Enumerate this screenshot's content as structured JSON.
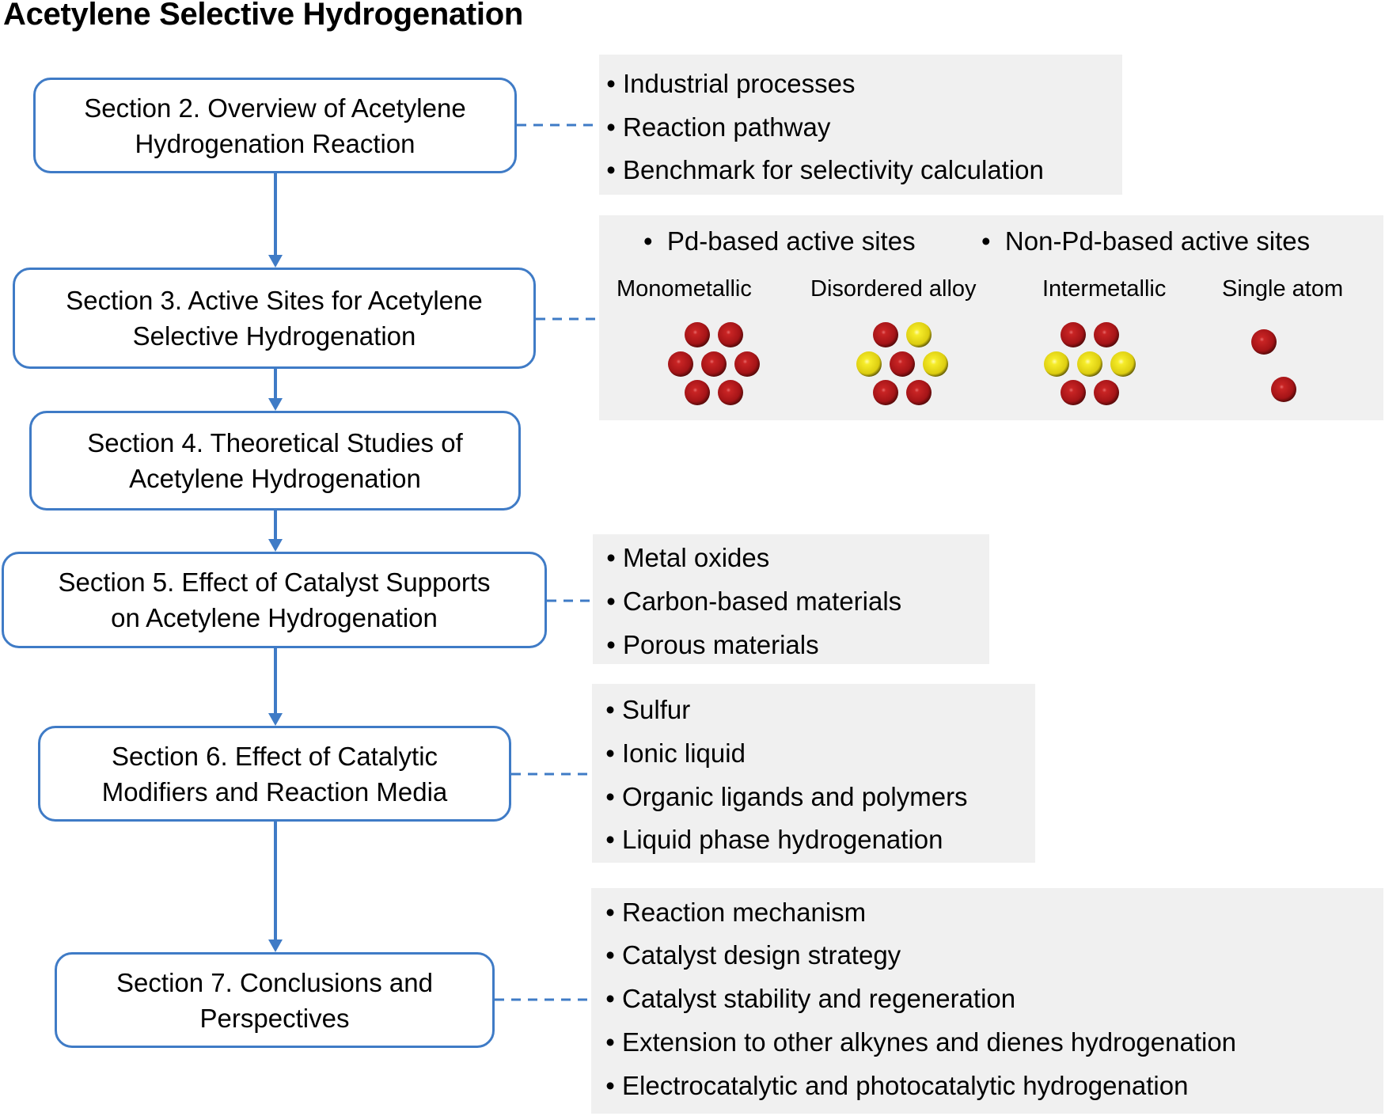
{
  "title": "Acetylene Selective Hydrogenation",
  "colors": {
    "box_border": "#3f7bc6",
    "connector": "#3f7bc6",
    "panel_bg": "#f0f0f0",
    "atom_pd": "#b3161a",
    "atom_other": "#f2e51e"
  },
  "sections": [
    {
      "id": "s2",
      "lines": [
        "Section 2. Overview of Acetylene",
        "Hydrogenation Reaction"
      ]
    },
    {
      "id": "s3",
      "lines": [
        "Section 3. Active Sites for Acetylene",
        "Selective Hydrogenation"
      ]
    },
    {
      "id": "s4",
      "lines": [
        "Section 4. Theoretical Studies of",
        "Acetylene Hydrogenation"
      ]
    },
    {
      "id": "s5",
      "lines": [
        "Section 5. Effect of Catalyst Supports",
        "on Acetylene Hydrogenation"
      ]
    },
    {
      "id": "s6",
      "lines": [
        "Section 6. Effect of Catalytic",
        "Modifiers and Reaction Media"
      ]
    },
    {
      "id": "s7",
      "lines": [
        "Section 7. Conclusions and",
        "Perspectives"
      ]
    }
  ],
  "panels": {
    "overview": {
      "bullets": [
        "Industrial processes",
        "Reaction pathway",
        "Benchmark for selectivity calculation"
      ]
    },
    "active_sites": {
      "headers": [
        "Pd-based active sites",
        "Non-Pd-based active sites"
      ],
      "bullet_glyph": "•",
      "types": [
        {
          "label": "Monometallic",
          "atoms": [
            "pd",
            "pd",
            "pd",
            "pd",
            "pd",
            "pd",
            "pd"
          ]
        },
        {
          "label": "Disordered alloy",
          "atoms": [
            "pd",
            "other",
            "other",
            "pd",
            "other",
            "pd",
            "pd"
          ]
        },
        {
          "label": "Intermetallic",
          "atoms": [
            "pd",
            "pd",
            "other",
            "other",
            "other",
            "pd",
            "pd"
          ]
        },
        {
          "label": "Single atom",
          "atoms": [
            "pd",
            "pd"
          ]
        }
      ]
    },
    "supports": {
      "bullets": [
        "Metal oxides",
        "Carbon-based materials",
        "Porous materials"
      ]
    },
    "modifiers": {
      "bullets": [
        "Sulfur",
        "Ionic liquid",
        "Organic ligands and polymers",
        "Liquid phase hydrogenation"
      ]
    },
    "perspectives": {
      "bullets": [
        "Reaction mechanism",
        "Catalyst design strategy",
        "Catalyst stability and regeneration",
        "Extension to other alkynes and dienes hydrogenation",
        "Electrocatalytic and photocatalytic hydrogenation"
      ]
    }
  },
  "bullet_glyph": "•"
}
